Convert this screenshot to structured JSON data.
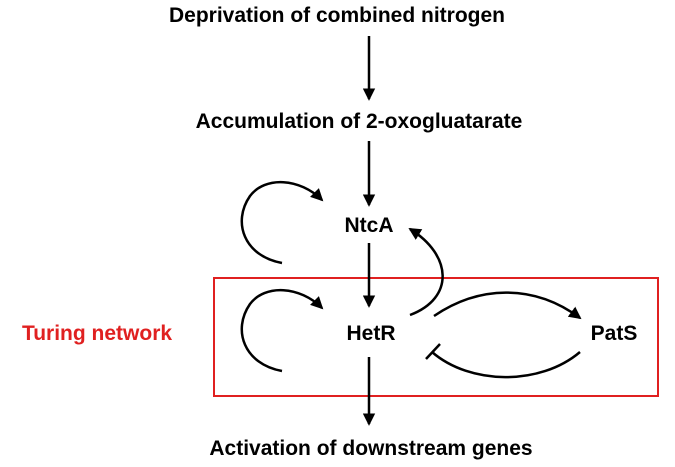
{
  "steps": {
    "top": "Deprivation of combined nitrogen",
    "second": "Accumulation of 2-oxogluatarate",
    "bottom": "Activation of downstream genes"
  },
  "nodes": {
    "ntca": "NtcA",
    "hetr": "HetR",
    "pats": "PatS"
  },
  "box_label": "Turing network",
  "colors": {
    "text": "#000000",
    "box": "#e02020"
  }
}
